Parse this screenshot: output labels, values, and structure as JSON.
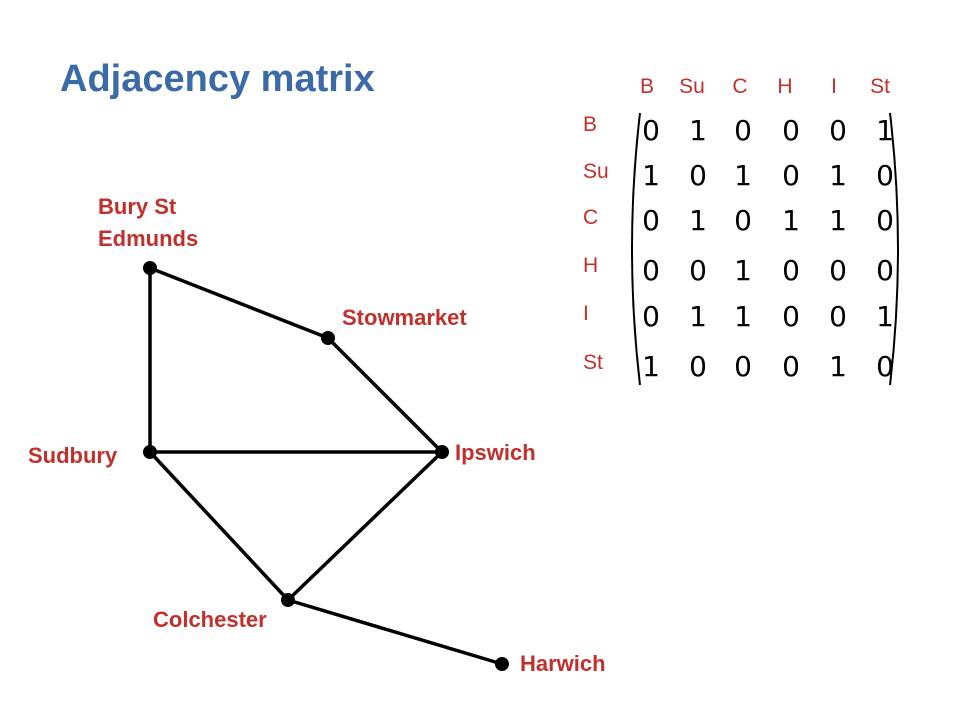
{
  "title": "Adjacency matrix",
  "colors": {
    "title": "#3a6aa8",
    "label": "#c0302c",
    "edge": "#000000"
  },
  "graph": {
    "nodes": [
      {
        "id": "B",
        "label_lines": [
          "Bury St",
          "Edmunds"
        ]
      },
      {
        "id": "Su",
        "label_lines": [
          "Sudbury"
        ]
      },
      {
        "id": "St",
        "label_lines": [
          "Stowmarket"
        ]
      },
      {
        "id": "I",
        "label_lines": [
          "Ipswich"
        ]
      },
      {
        "id": "C",
        "label_lines": [
          "Colchester"
        ]
      },
      {
        "id": "H",
        "label_lines": [
          "Harwich"
        ]
      }
    ],
    "edges": [
      [
        "B",
        "Su"
      ],
      [
        "B",
        "St"
      ],
      [
        "St",
        "I"
      ],
      [
        "Su",
        "I"
      ],
      [
        "Su",
        "C"
      ],
      [
        "I",
        "C"
      ],
      [
        "C",
        "H"
      ]
    ]
  },
  "matrix": {
    "column_headers": [
      "B",
      "Su",
      "C",
      "H",
      "I",
      "St"
    ],
    "row_headers": [
      "B",
      "Su",
      "C",
      "H",
      "I",
      "St"
    ],
    "rows": [
      [
        "0",
        "1",
        "0",
        "0",
        "0",
        "1"
      ],
      [
        "1",
        "0",
        "1",
        "0",
        "1",
        "0"
      ],
      [
        "0",
        "1",
        "0",
        "1",
        "1",
        "0"
      ],
      [
        "0",
        "0",
        "1",
        "0",
        "0",
        "0"
      ],
      [
        "0",
        "1",
        "1",
        "0",
        "0",
        "1"
      ],
      [
        "1",
        "0",
        "0",
        "0",
        "1",
        "0"
      ]
    ]
  }
}
